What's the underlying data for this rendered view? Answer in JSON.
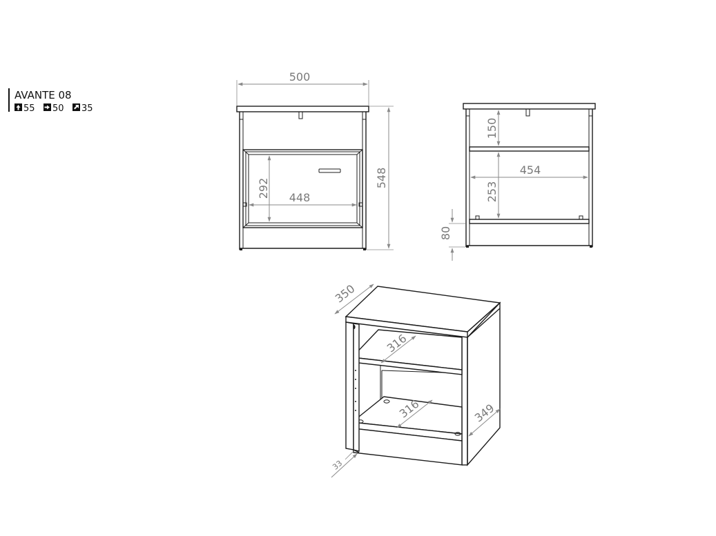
{
  "product": {
    "name": "AVANTE 08",
    "specs": [
      {
        "icon": "arrow-up-icon",
        "value": "55"
      },
      {
        "icon": "arrow-right-icon",
        "value": "50"
      },
      {
        "icon": "arrow-diagonal-icon",
        "value": "35"
      }
    ]
  },
  "front_view": {
    "width": "500",
    "height": "548",
    "drawer_height": "292",
    "drawer_width": "448"
  },
  "side_view": {
    "top_section": "150",
    "inner_width": "454",
    "shelf_section": "253",
    "plinth": "80"
  },
  "iso_view": {
    "depth": "350",
    "shelf_depth_upper": "316",
    "shelf_depth_lower": "316",
    "side_depth": "349",
    "plinth_offset": "33"
  },
  "colors": {
    "line": "#1c1c1c",
    "dimension": "#8a8a8a"
  }
}
